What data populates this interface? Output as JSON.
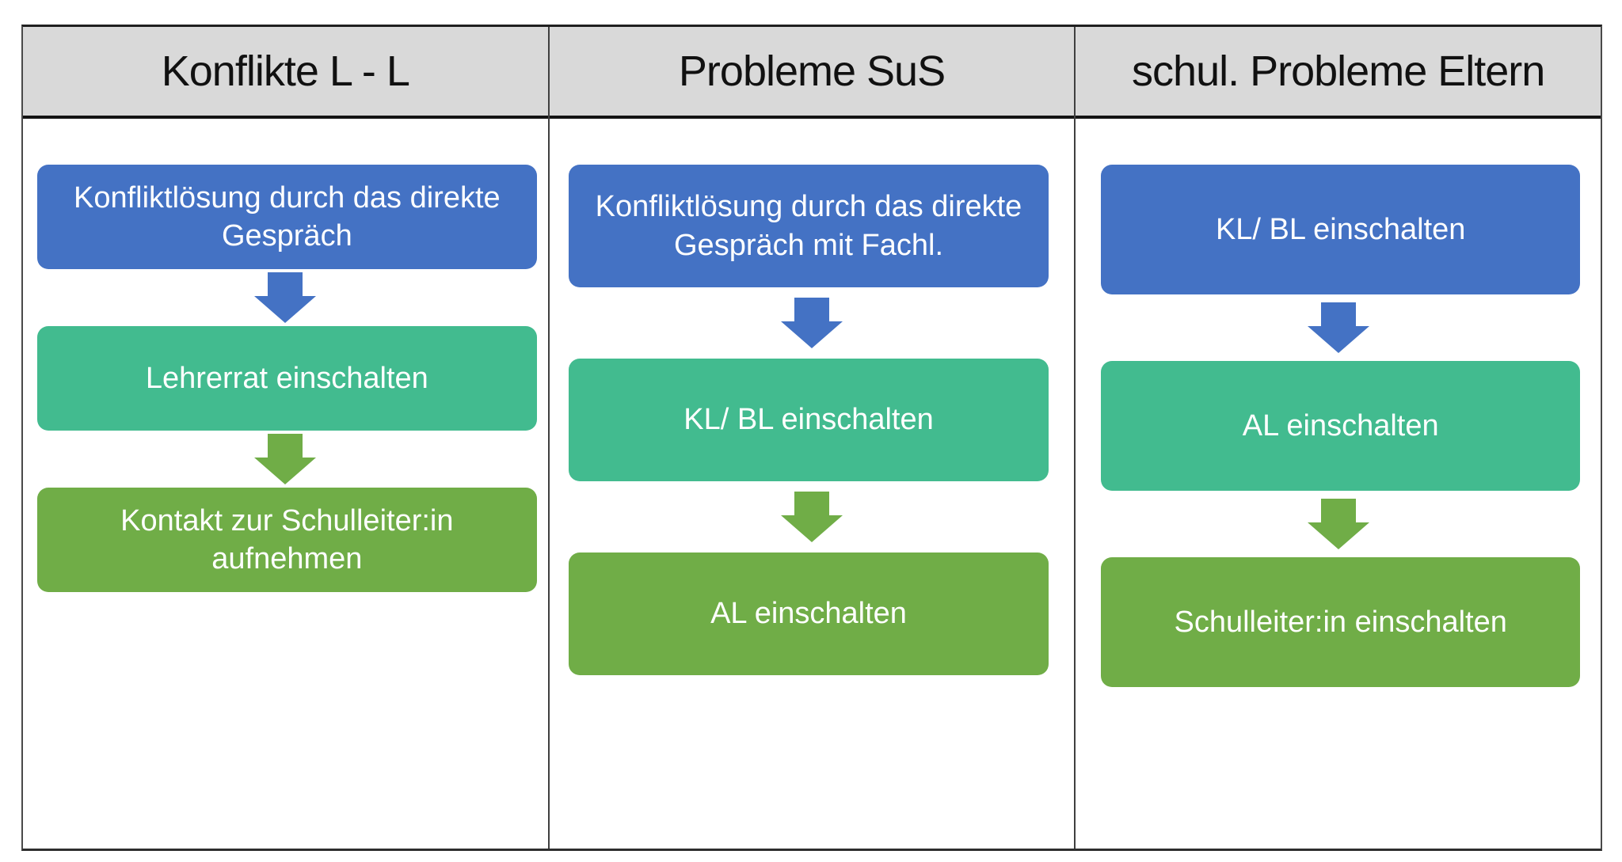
{
  "page": {
    "background_color": "#ffffff",
    "table_border_color": "#3f3f3f",
    "header_background_color": "#d9d9d9",
    "header_text_color": "#111111",
    "box_text_color": "#ffffff"
  },
  "colors": {
    "step_blue": "#4472c4",
    "step_teal": "#42bb8f",
    "step_green": "#70ad47"
  },
  "columns": [
    {
      "id": "konflikte-l-l",
      "header": "Konflikte L - L",
      "steps": [
        {
          "label": "Konfliktlösung durch das direkte Gespräch",
          "color": "#4472c4"
        },
        {
          "label": "Lehrerrat einschalten",
          "color": "#42bb8f"
        },
        {
          "label": "Kontakt zur Schulleiter:in aufnehmen",
          "color": "#70ad47"
        }
      ],
      "arrows": [
        "#4472c4",
        "#70ad47"
      ]
    },
    {
      "id": "probleme-sus",
      "header": "Probleme SuS",
      "steps": [
        {
          "label": "Konfliktlösung durch das direkte Gespräch mit Fachl.",
          "color": "#4472c4"
        },
        {
          "label": "KL/ BL einschalten",
          "color": "#42bb8f"
        },
        {
          "label": "AL einschalten",
          "color": "#70ad47"
        }
      ],
      "arrows": [
        "#4472c4",
        "#70ad47"
      ]
    },
    {
      "id": "schul-probleme-eltern",
      "header": "schul. Probleme Eltern",
      "steps": [
        {
          "label": "KL/ BL einschalten",
          "color": "#4472c4"
        },
        {
          "label": "AL einschalten",
          "color": "#42bb8f"
        },
        {
          "label": "Schulleiter:in einschalten",
          "color": "#70ad47"
        }
      ],
      "arrows": [
        "#4472c4",
        "#70ad47"
      ]
    }
  ]
}
